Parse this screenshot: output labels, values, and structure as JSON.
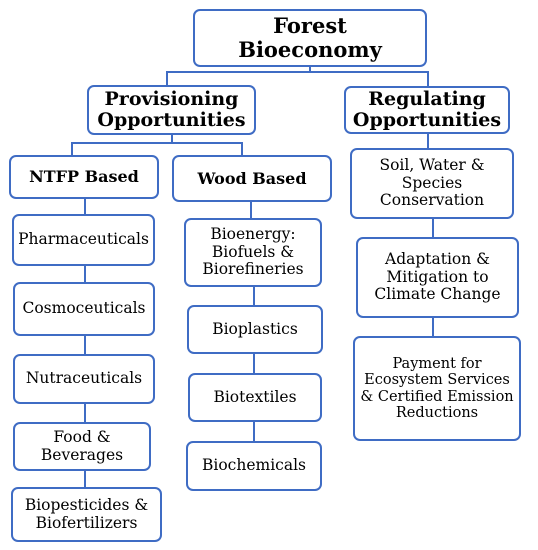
{
  "diagram": {
    "root": "Forest Bioeconomy",
    "provisioning": "Provisioning Opportunities",
    "regulating": "Regulating Opportunities",
    "ntfp": {
      "title": "NTFP Based",
      "items": [
        "Pharmaceuticals",
        "Cosmoceuticals",
        "Nutraceuticals",
        "Food & Beverages",
        "Biopesticides & Biofertilizers"
      ]
    },
    "wood": {
      "title": "Wood Based",
      "items": [
        "Bioenergy: Biofuels & Biorefineries",
        "Bioplastics",
        "Biotextiles",
        "Biochemicals"
      ]
    },
    "regulating_items": [
      "Soil, Water & Species Conservation",
      "Adaptation & Mitigation to Climate Change",
      "Payment for Ecosystem Services & Certified Emission Reductions"
    ]
  },
  "colors": {
    "border": "#3f6cc4",
    "text": "#000000",
    "background": "#ffffff"
  }
}
